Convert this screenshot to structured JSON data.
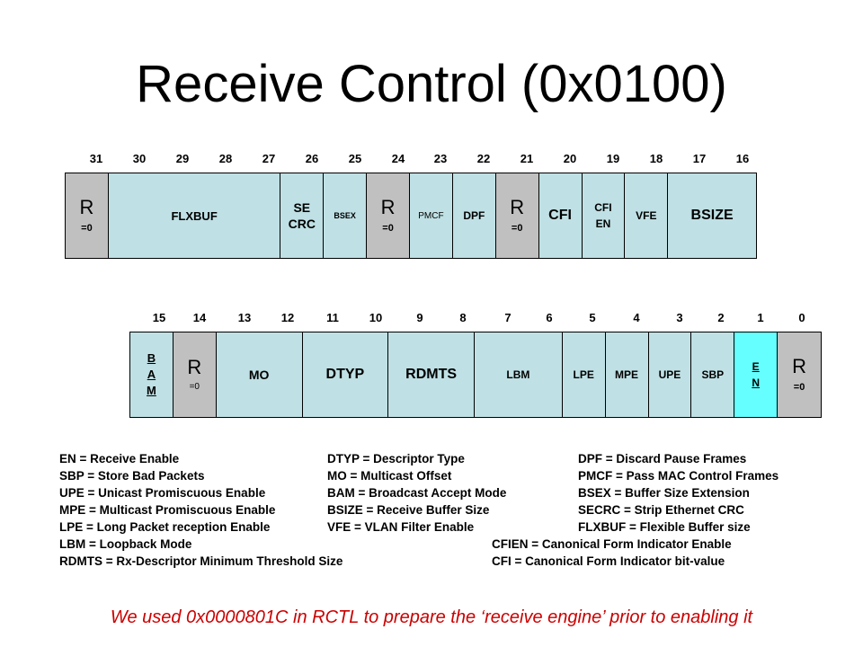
{
  "title": "Receive Control (0x0100)",
  "upper_bits": [
    "31",
    "30",
    "29",
    "28",
    "27",
    "26",
    "25",
    "24",
    "23",
    "22",
    "21",
    "20",
    "19",
    "18",
    "17",
    "16"
  ],
  "lower_bits": [
    "15",
    "14",
    "13",
    "12",
    "11",
    "10",
    "9",
    "8",
    "7",
    "6",
    "5",
    "4",
    "3",
    "2",
    "1",
    "0"
  ],
  "upper_fields": {
    "r31": {
      "name": "R",
      "value": "=0"
    },
    "flxbuf": "FLXBUF",
    "secrc": {
      "line1": "SE",
      "line2": "CRC"
    },
    "bsex": "BSEX",
    "r22": {
      "name": "R",
      "value": "=0"
    },
    "pmcf": "PMCF",
    "dpf": "DPF",
    "r19": {
      "name": "R",
      "value": "=0"
    },
    "cfi": "CFI",
    "cfien": {
      "line1": "CFI",
      "line2": "EN"
    },
    "vfe": "VFE",
    "bsize": "BSIZE"
  },
  "lower_fields": {
    "bam": {
      "l1": "B",
      "l2": "A",
      "l3": "M"
    },
    "r14": {
      "name": "R",
      "value": "=0"
    },
    "mo": "MO",
    "dtyp": "DTYP",
    "rdmts": "RDMTS",
    "lbm": "LBM",
    "lpe": "LPE",
    "mpe": "MPE",
    "upe": "UPE",
    "sbp": "SBP",
    "en": {
      "l1": "E",
      "l2": "N"
    },
    "r0": {
      "name": "R",
      "value": "=0"
    }
  },
  "colors": {
    "field": "#bfe0e4",
    "reserved": "#c0c0c0",
    "highlight": "#66ffff",
    "note": "#cc0000"
  },
  "legend": {
    "col1": [
      "EN = Receive Enable",
      "SBP = Store Bad Packets",
      "UPE = Unicast Promiscuous Enable",
      "MPE = Multicast Promiscuous Enable",
      "LPE = Long Packet reception Enable",
      "LBM = Loopback Mode",
      "RDMTS = Rx-Descriptor Minimum Threshold Size"
    ],
    "col2": [
      "DTYP = Descriptor Type",
      "MO = Multicast Offset",
      "BAM = Broadcast Accept Mode",
      "BSIZE = Receive Buffer Size",
      "VFE = VLAN Filter Enable"
    ],
    "col3": [
      "DPF = Discard Pause Frames",
      "PMCF = Pass MAC Control Frames",
      "BSEX = Buffer Size Extension",
      "SECRC = Strip Ethernet CRC",
      "FLXBUF = Flexible Buffer size"
    ],
    "col4": [
      "CFIEN = Canonical Form Indicator Enable",
      "CFI = Canonical Form Indicator bit-value"
    ]
  },
  "note": "We used 0x0000801C in RCTL to prepare the ‘receive engine’ prior to enabling it"
}
